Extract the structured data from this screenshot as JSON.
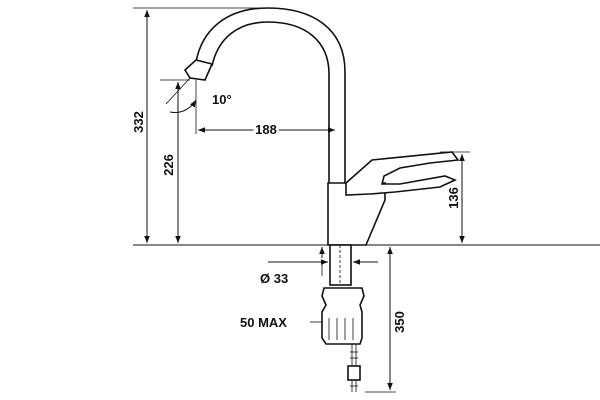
{
  "dimensions": {
    "overall_height": "332",
    "spout_height": "226",
    "spout_reach": "188",
    "spout_angle": "10°",
    "lever_height": "136",
    "shank_diameter": "Ø 33",
    "max_thickness": "50 MAX",
    "shank_length": "350"
  },
  "colors": {
    "line": "#111111",
    "background": "#ffffff"
  }
}
